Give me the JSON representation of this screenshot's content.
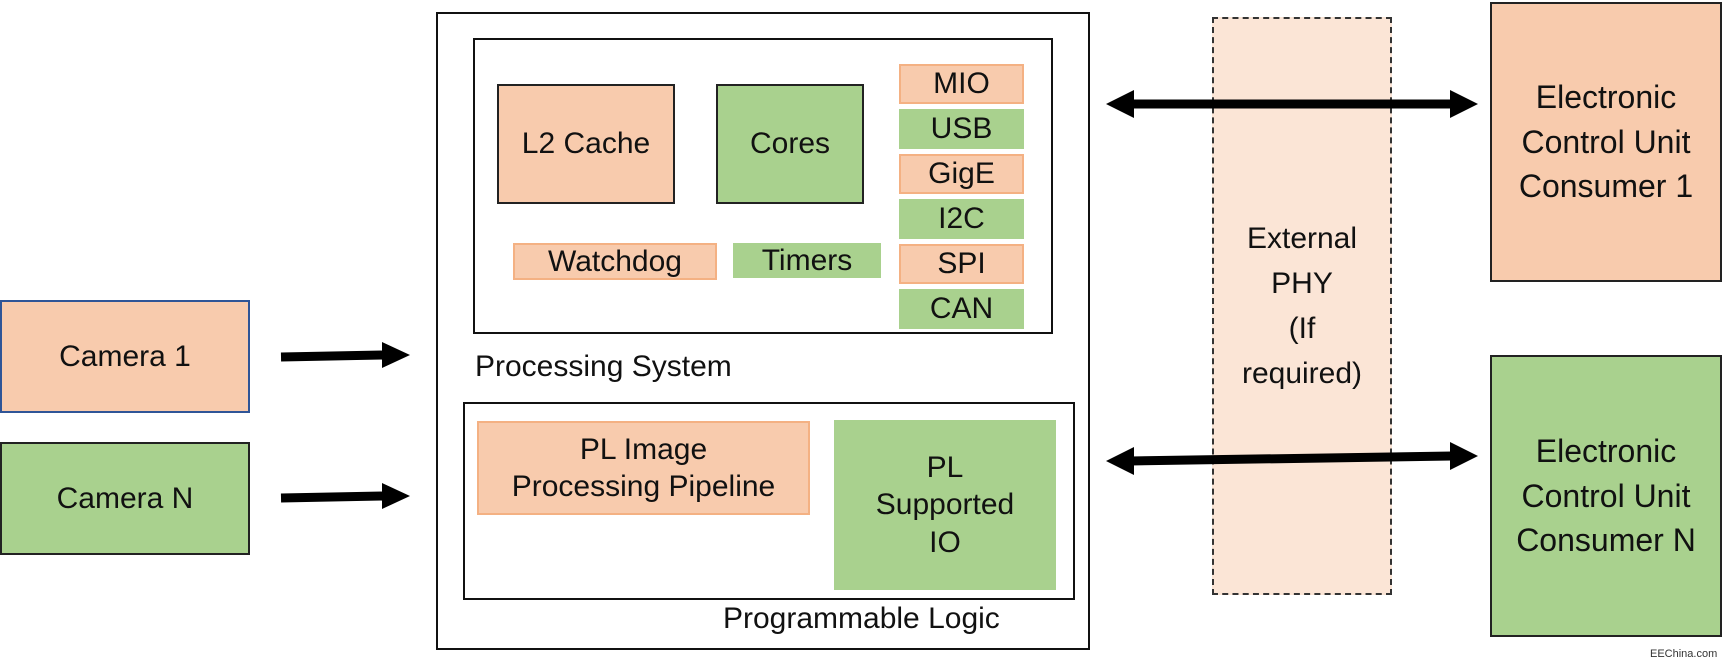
{
  "cameras": {
    "camera_1": "Camera 1",
    "camera_n": "Camera N"
  },
  "processing_system": {
    "label": "Processing System",
    "l2_cache": "L2 Cache",
    "cores": "Cores",
    "watchdog": "Watchdog",
    "timers": "Timers",
    "io_list": [
      "MIO",
      "USB",
      "GigE",
      "I2C",
      "SPI",
      "CAN"
    ]
  },
  "programmable_logic": {
    "label": "Programmable Logic",
    "pipeline": "PL Image\nProcessing Pipeline",
    "supported_io": "PL\nSupported\nIO"
  },
  "external_phy": "External\nPHY\n(If\nrequired)",
  "consumers": {
    "consumer_1": "Electronic\nControl Unit\nConsumer 1",
    "consumer_n": "Electronic\nControl Unit\nConsumer N"
  },
  "watermark": "EEChina.com",
  "colors": {
    "orange_fill": "#f8cbad",
    "orange_border": "#f4b183",
    "green_fill": "#a9d18e",
    "phy_fill": "#fbe5d6",
    "camera1_border": "#2f5597"
  }
}
